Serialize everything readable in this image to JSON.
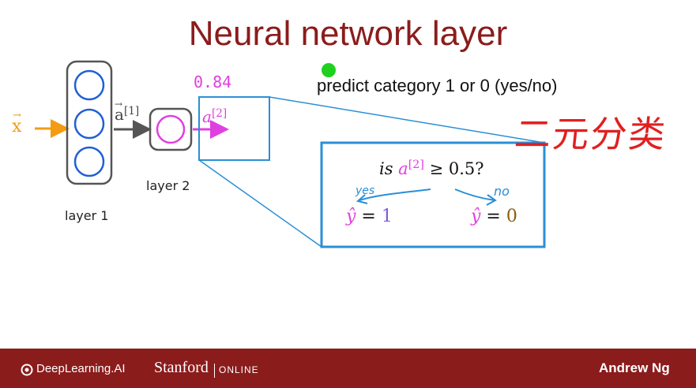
{
  "title": "Neural network layer",
  "input_label": "x",
  "layer1_label": "layer 1",
  "layer2_label": "layer 2",
  "a1_label": "a",
  "a1_superscript": "[1]",
  "a2_label": "a",
  "a2_superscript": "[2]",
  "handwritten_value": "0.84",
  "predict_text": "predict category 1 or 0 (yes/no)",
  "handwritten_chinese": "二元分类",
  "decision": {
    "question_prefix": "is ",
    "variable": "a",
    "superscript": "[2]",
    "question_suffix": " ≥ 0.5?",
    "yes_label": "yes",
    "no_label": "no",
    "yhat": "ŷ",
    "equals": " = ",
    "yes_value": "1",
    "no_value": "0"
  },
  "footer": {
    "deeplearning": "DeepLearning.AI",
    "stanford": "Stanford",
    "online": "ONLINE",
    "author": "Andrew Ng"
  },
  "colors": {
    "title": "#8b1c1c",
    "input_orange": "#f39c12",
    "neuron_blue": "#1f5fd6",
    "neuron_magenta": "#e040e0",
    "zoom_blue": "#2a8fd6",
    "laser_green": "#1fd11f",
    "value_one": "#7a5cd6",
    "value_zero": "#8a5a10",
    "footer_bg": "#8b1c1c"
  }
}
